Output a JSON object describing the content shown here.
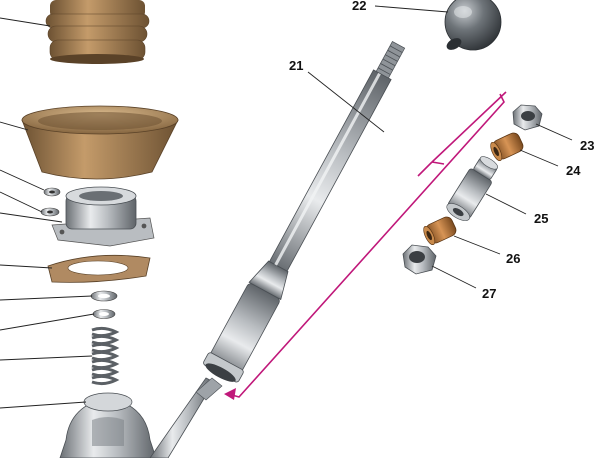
{
  "diagram": {
    "labels": {
      "knob": "22",
      "lever": "21",
      "nut_23": "23",
      "bushing_24": "24",
      "sleeve_25": "25",
      "bushing_26": "26",
      "nut_27": "27"
    },
    "colors": {
      "bracket": "#c0187a",
      "metal_light": "#e6e8ea",
      "metal_mid": "#a9adb1",
      "metal_dark": "#5b6065",
      "rubber": "#a07c50",
      "rubber_dark": "#6d5233",
      "copper": "#b5763a",
      "leader": "#222222"
    }
  }
}
